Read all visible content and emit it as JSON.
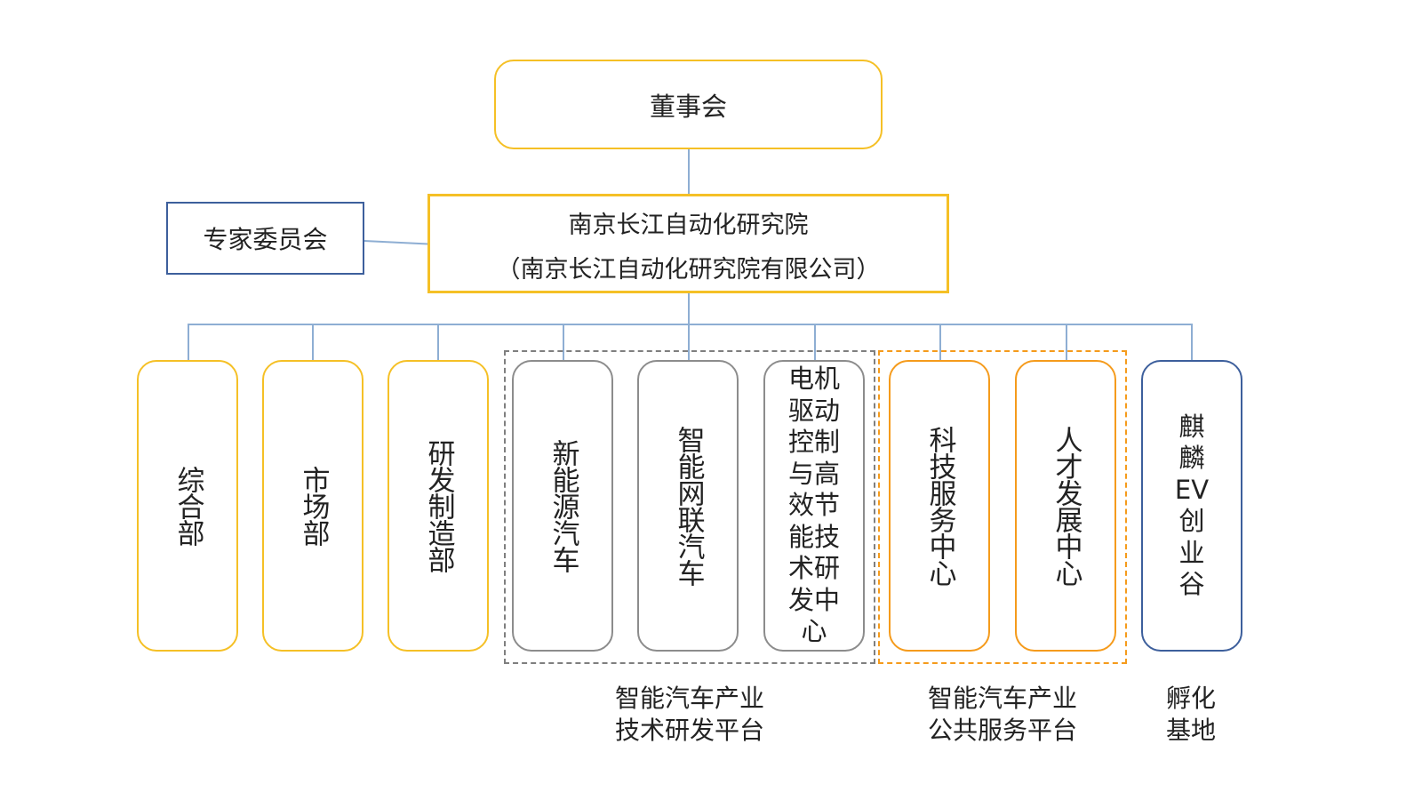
{
  "colors": {
    "yellow": "#f5c026",
    "gray": "#8c8c8c",
    "orange": "#f59b1c",
    "blue": "#3d5f9c",
    "connector": "#8eaed3",
    "group_gray": "#7f7f7f",
    "group_orange": "#f59b1c"
  },
  "board": {
    "label": "董事会"
  },
  "institute": {
    "line1": "南京长江自动化研究院",
    "line2": "（南京长江自动化研究院有限公司）"
  },
  "expert_committee": {
    "label": "专家委员会"
  },
  "departments": [
    {
      "label": "综合部",
      "color": "yellow"
    },
    {
      "label": "市场部",
      "color": "yellow"
    },
    {
      "label": "研发制造部",
      "color": "yellow"
    },
    {
      "label": "新能源汽车",
      "color": "gray"
    },
    {
      "label": "智能网联汽车",
      "color": "gray"
    },
    {
      "label": "电机驱动控制与高效节能技术研发中心",
      "color": "gray"
    },
    {
      "label": "科技服务中心",
      "color": "orange"
    },
    {
      "label": "人才发展中心",
      "color": "orange"
    },
    {
      "label": "麒麟EV创业谷",
      "color": "blue"
    }
  ],
  "groups": {
    "tech_platform": {
      "line1": "智能汽车产业",
      "line2": "技术研发平台"
    },
    "service_platform": {
      "line1": "智能汽车产业",
      "line2": "公共服务平台"
    },
    "incubation": {
      "line1": "孵化",
      "line2": "基地"
    }
  }
}
